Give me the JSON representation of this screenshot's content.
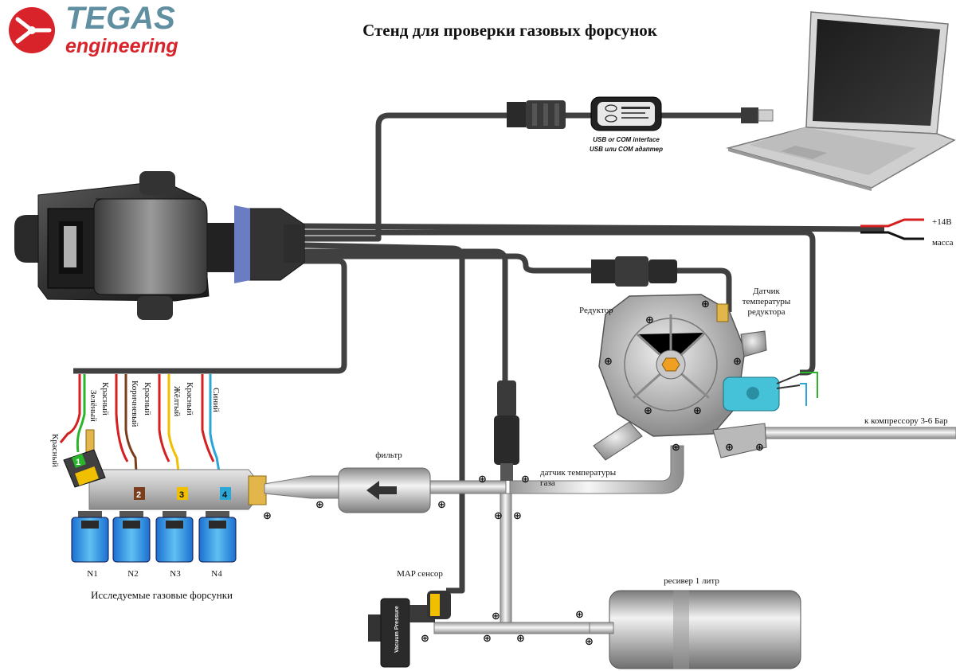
{
  "title": "Стенд для проверки газовых форсунок",
  "logo": {
    "brand": "TEGAS",
    "sub": "engineering",
    "brand_color": "#5f8fa0",
    "sub_color": "#d8232a"
  },
  "labels": {
    "usb1": "USB or COM interface",
    "usb2": "USB или COM адаптер",
    "power_plus": "+14В",
    "power_ground": "масса",
    "reducer": "Редуктор",
    "temp_sensor_1": "Датчик",
    "temp_sensor_2": "температуры",
    "temp_sensor_3": "редуктора",
    "filter": "фильтр",
    "gas_temp_1": "датчик температуры",
    "gas_temp_2": "газа",
    "compressor": "к компрессору 3-6 Бар",
    "map_sensor": "MAP сенсор",
    "receiver": "ресивер 1 литр",
    "injectors_caption": "Исследуемые газовые форсунки",
    "map_body_text": "Vacuum Pressure"
  },
  "wires": [
    {
      "name": "Красный",
      "color": "#d42020"
    },
    {
      "name": "Зелёный",
      "color": "#2bb52b"
    },
    {
      "name": "Красный",
      "color": "#d42020"
    },
    {
      "name": "Коричневый",
      "color": "#7a3e1c"
    },
    {
      "name": "Красный",
      "color": "#d42020"
    },
    {
      "name": "Жёлтый",
      "color": "#f0c000"
    },
    {
      "name": "Красный",
      "color": "#d42020"
    },
    {
      "name": "Синий",
      "color": "#2aa7d6"
    }
  ],
  "injectors": [
    {
      "id": "N1",
      "num": "1",
      "color": "#2bb52b"
    },
    {
      "id": "N2",
      "num": "2",
      "color": "#7a3e1c"
    },
    {
      "id": "N3",
      "num": "3",
      "color": "#f0c000"
    },
    {
      "id": "N4",
      "num": "4",
      "color": "#2aa7d6"
    }
  ]
}
